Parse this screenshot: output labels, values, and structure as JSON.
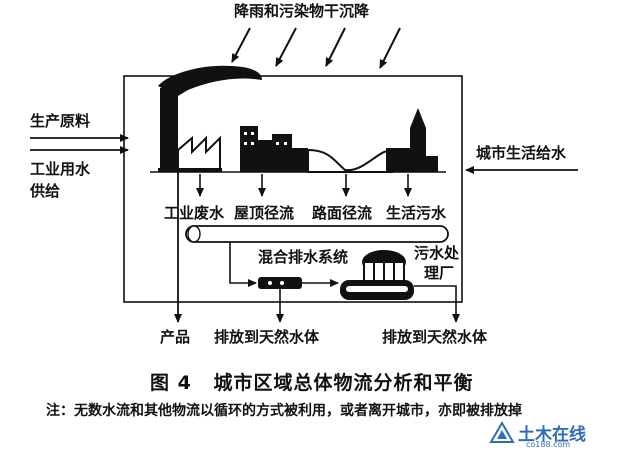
{
  "labels": {
    "top_deposition": "降雨和污染物干沉降",
    "raw_materials": "生产原料",
    "industrial_water": "工业用水",
    "industrial_water_2": "供给",
    "city_water_supply": "城市生活给水",
    "industrial_wastewater": "工业废水",
    "roof_runoff": "屋顶径流",
    "road_runoff": "路面径流",
    "domestic_sewage": "生活污水",
    "mixed_drainage": "混合排水系统",
    "wwtp_line1": "污水处",
    "wwtp_line2": "理厂",
    "products": "产品",
    "discharge_left": "排放到天然水体",
    "discharge_right": "排放到天然水体"
  },
  "caption": {
    "number": "图 4",
    "title": "城市区域总体物流分析和平衡"
  },
  "note": "注：无数水流和其他物流以循环的方式被利用，或者离开城市，亦即被排放掉",
  "watermark": {
    "main": "土木在线",
    "sub": "co188.com"
  },
  "colors": {
    "ink": "#111111",
    "logo": "#2f6db8"
  }
}
